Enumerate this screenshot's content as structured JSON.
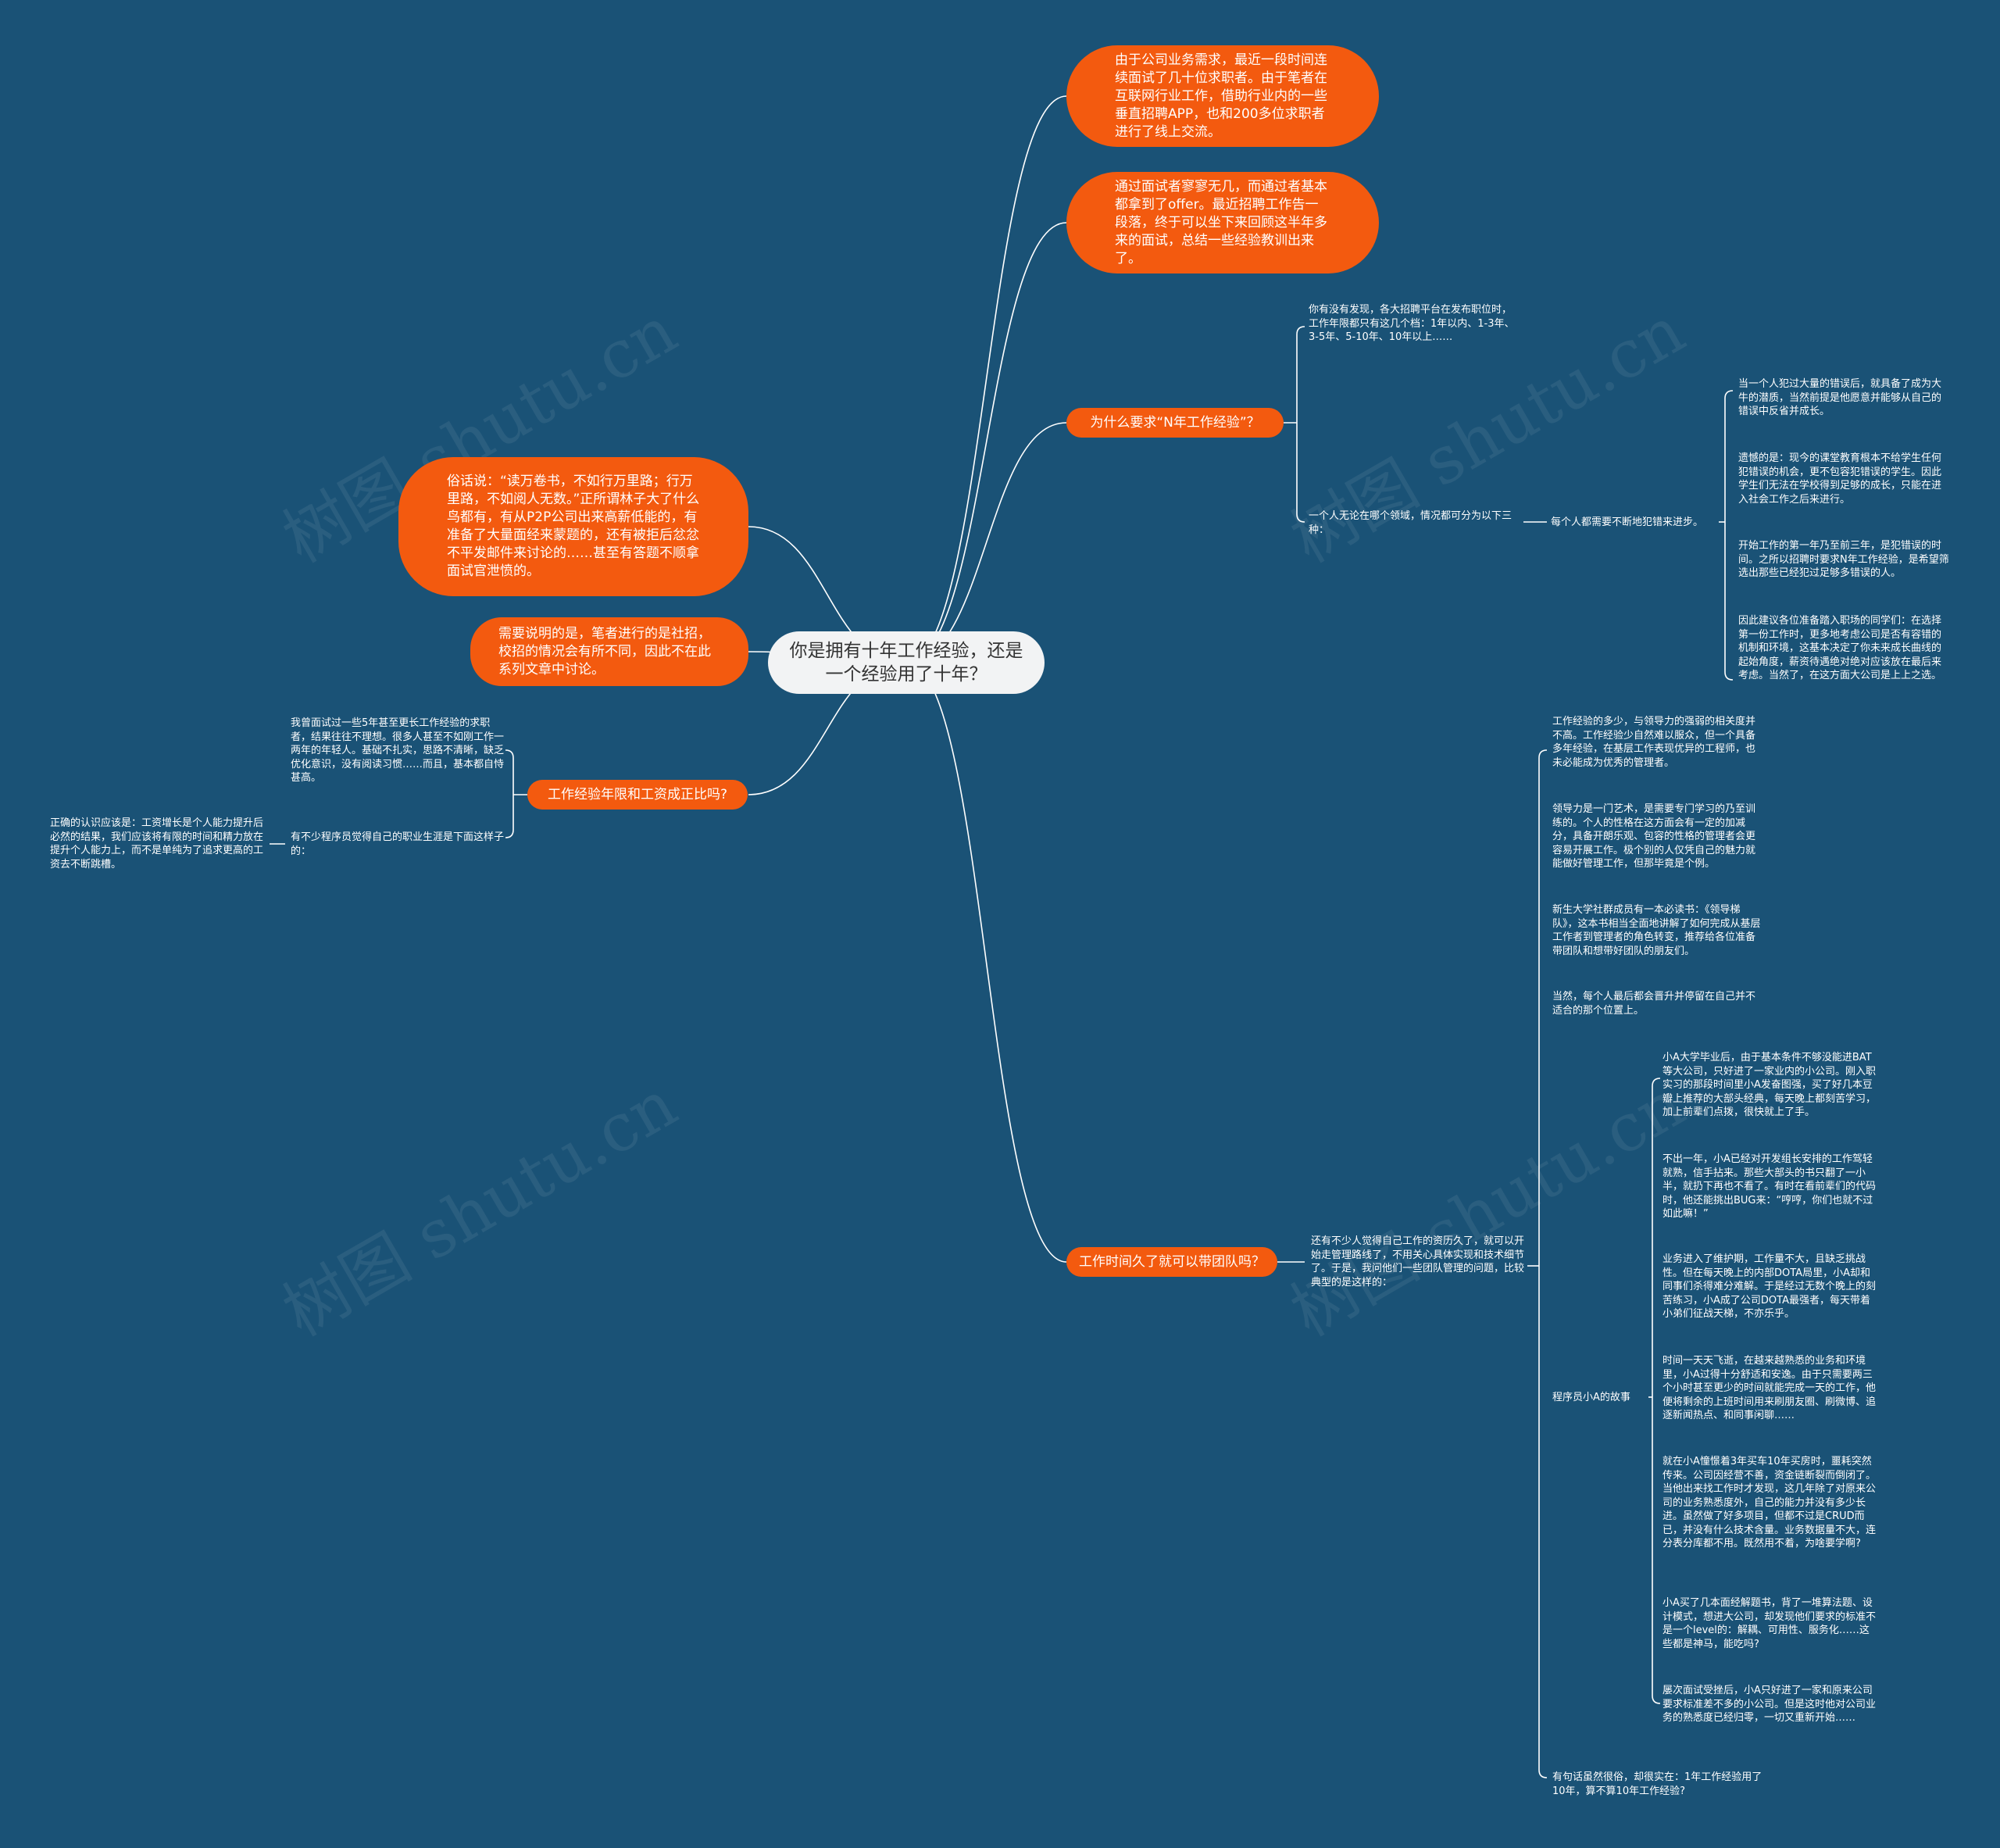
{
  "root": "你是拥有十年工作经验，还是一个经验用了十年？",
  "watermark": "树图 shutu.cn",
  "intro": {
    "p1": "由于公司业务需求，最近一段时间连续面试了几十位求职者。由于笔者在互联网行业工作，借助行业内的一些垂直招聘APP，也和200多位求职者进行了线上交流。",
    "p2": "通过面试者寥寥无几，而通过者基本都拿到了offer。最近招聘工作告一段落，终于可以坐下来回顾这半年多来的面试，总结一些经验教训出来了。",
    "proverb": "俗话说：“读万卷书，不如行万里路；行万里路，不如阅人无数。”正所谓林子大了什么鸟都有，有从P2P公司出来高薪低能的，有准备了大量面经来蒙题的，还有被拒后忿忿不平发邮件来讨论的……甚至有答题不顺拿面试官泄愤的。",
    "note": "需要说明的是，笔者进行的是社招，校招的情况会有所不同，因此不在此系列文章中讨论。"
  },
  "why": {
    "label": "为什么要求“N年工作经验”？",
    "platforms": "你有没有发现，各大招聘平台在发布职位时，工作年限都只有这几个档：1年以内、1-3年、3-5年、5-10年、10年以上……",
    "stages": "一个人无论在哪个领域，情况都可分为以下三种：",
    "mistakes": "每个人都需要不断地犯错来进步。",
    "leaves": [
      "当一个人犯过大量的错误后，就具备了成为大牛的潜质，当然前提是他愿意并能够从自己的错误中反省并成长。",
      "遗憾的是：现今的课堂教育根本不给学生任何犯错误的机会，更不包容犯错误的学生。因此学生们无法在学校得到足够的成长，只能在进入社会工作之后来进行。",
      "开始工作的第一年乃至前三年，是犯错误的时间。之所以招聘时要求N年工作经验，是希望筛选出那些已经犯过足够多错误的人。",
      "因此建议各位准备踏入职场的同学们：在选择第一份工作时，更多地考虑公司是否有容错的机制和环境，这基本决定了你未来成长曲线的起始角度，薪资待遇绝对绝对应该放在最后来考虑。当然了，在这方面大公司是上上之选。"
    ]
  },
  "salary": {
    "label": "工作经验年限和工资成正比吗?",
    "leaf1": "我曾面试过一些5年甚至更长工作经验的求职者，结果往往不理想。很多人甚至不如刚工作一两年的年轻人。基础不扎实，思路不清晰，缺乏优化意识，没有阅读习惯……而且，基本都自恃甚高。",
    "leaf2": "有不少程序员觉得自己的职业生涯是下面这样子的：",
    "leaf3": "正确的认识应该是：工资增长是个人能力提升后必然的结果，我们应该将有限的时间和精力放在提升个人能力上，而不是单纯为了追求更高的工资去不断跳槽。"
  },
  "team": {
    "label": "工作时间久了就可以带团队吗？",
    "intro": "还有不少人觉得自己工作的资历久了，就可以开始走管理路线了，不用关心具体实现和技术细节了。于是，我问他们一些团队管理的问题，比较典型的是这样的：",
    "leaves": [
      "工作经验的多少，与领导力的强弱的相关度并不高。工作经验少自然难以服众，但一个具备多年经验，在基层工作表现优异的工程师，也未必能成为优秀的管理者。",
      "领导力是一门艺术，是需要专门学习的乃至训练的。个人的性格在这方面会有一定的加减分，具备开朗乐观、包容的性格的管理者会更容易开展工作。极个别的人仅凭自己的魅力就能做好管理工作，但那毕竟是个例。",
      "新生大学社群成员有一本必读书：《领导梯队》，这本书相当全面地讲解了如何完成从基层工作者到管理者的角色转变，推荐给各位准备带团队和想带好团队的朋友们。",
      "当然，每个人最后都会晋升并停留在自己并不适合的那个位置上。"
    ],
    "story_label": "程序员小A的故事",
    "story": [
      "小A大学毕业后，由于基本条件不够没能进BAT等大公司，只好进了一家业内的小公司。刚入职实习的那段时间里小A发奋图强，买了好几本豆瓣上推荐的大部头经典，每天晚上都刻苦学习，加上前辈们点拨，很快就上了手。",
      "不出一年，小A已经对开发组长安排的工作驾轻就熟，信手拈来。那些大部头的书只翻了一小半，就扔下再也不看了。有时在看前辈们的代码时，他还能挑出BUG来：“哼哼，你们也就不过如此嘛！”",
      "业务进入了维护期，工作量不大，且缺乏挑战性。但在每天晚上的内部DOTA局里，小A却和同事们杀得难分难解。于是经过无数个晚上的刻苦练习，小A成了公司DOTA最强者，每天带着小弟们征战天梯，不亦乐乎。",
      "时间一天天飞逝，在越来越熟悉的业务和环境里，小A过得十分舒适和安逸。由于只需要两三个小时甚至更少的时间就能完成一天的工作，他便将剩余的上班时间用来刷朋友圈、刷微博、追逐新闻热点、和同事闲聊……",
      "就在小A憧憬着3年买车10年买房时，噩耗突然传来。公司因经营不善，资金链断裂而倒闭了。当他出来找工作时才发现，这几年除了对原来公司的业务熟悉度外，自己的能力并没有多少长进。虽然做了好多项目，但都不过是CRUD而已，并没有什么技术含量。业务数据量不大，连分表分库都不用。既然用不着，为啥要学啊?",
      "小A买了几本面经解题书，背了一堆算法题、设计模式，想进大公司，却发现他们要求的标准不是一个level的：解耦、可用性、服务化……这些都是神马，能吃吗?",
      "屡次面试受挫后，小A只好进了一家和原来公司要求标准差不多的小公司。但是这时他对公司业务的熟悉度已经归零，一切又重新开始……"
    ],
    "closing": "有句话虽然很俗，却很实在：1年工作经验用了10年，算不算10年工作经验?"
  }
}
